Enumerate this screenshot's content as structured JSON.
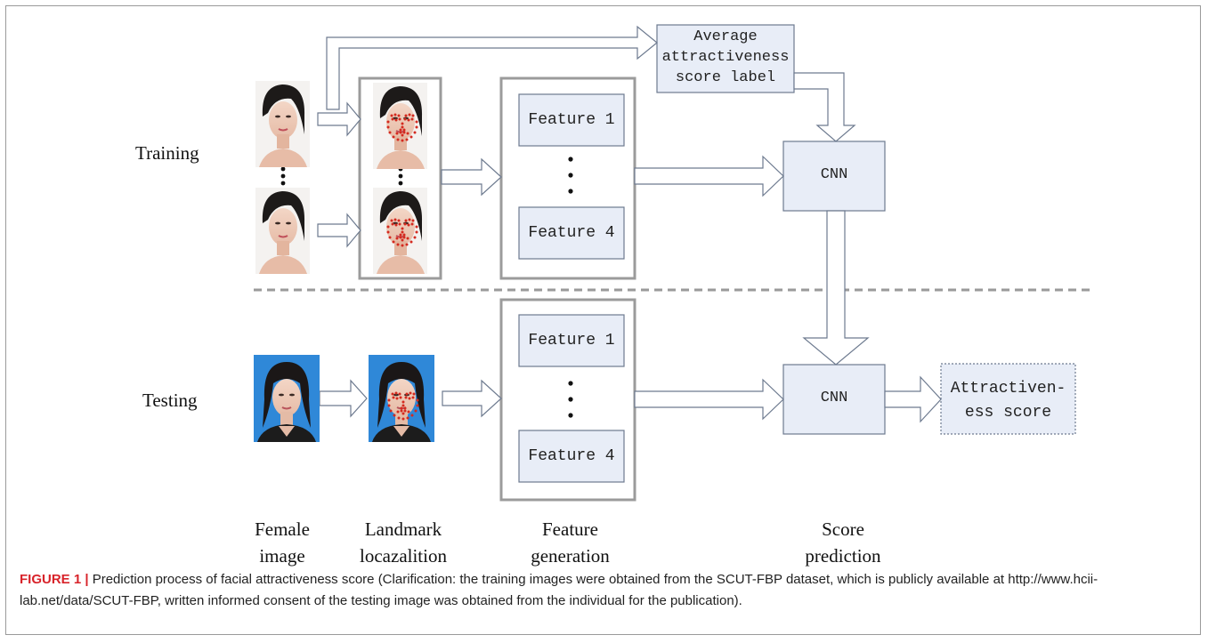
{
  "figure": {
    "row_labels": {
      "training": "Training",
      "testing": "Testing"
    },
    "column_labels": [
      [
        "Female",
        "image"
      ],
      [
        "Landmark",
        "locazalition"
      ],
      [
        "Feature",
        "generation"
      ],
      [
        "Score",
        "prediction"
      ]
    ],
    "boxes": {
      "avg_score": [
        "Average",
        "attractiveness",
        "score label"
      ],
      "cnn_train": "CNN",
      "cnn_test": "CNN",
      "output": [
        "Attractiven-",
        "ess score"
      ],
      "feature_1": "Feature 1",
      "feature_4": "Feature 4"
    },
    "colors": {
      "box_fill": "#e8edf7",
      "box_stroke": "#6d7a8f",
      "group_stroke": "#9b9b9b",
      "landmark_dot": "#d42a1f",
      "divider": "#9a9a9a",
      "photo_bg": "#2f88d8"
    }
  },
  "caption": {
    "label": "FIGURE 1 |",
    "text": " Prediction process of facial attractiveness score (Clarification: the training images were obtained from the SCUT-FBP dataset, which is publicly available at http://www.hcii-lab.net/data/SCUT-FBP, written informed consent of the testing image was obtained from the individual for the publication)."
  }
}
